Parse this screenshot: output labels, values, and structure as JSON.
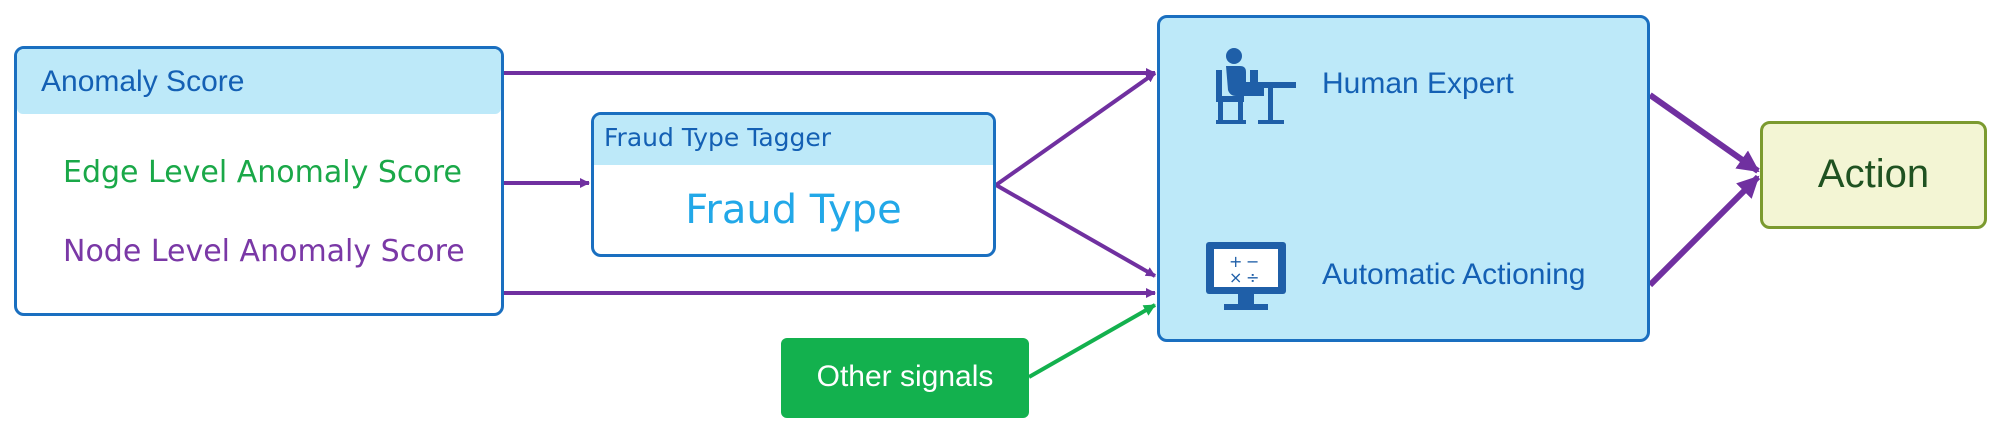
{
  "anomaly": {
    "title": "Anomaly Score",
    "edge_score": "Edge Level Anomaly Score",
    "node_score": "Node Level Anomaly Score"
  },
  "tagger": {
    "title": "Fraud Type Tagger",
    "output": "Fraud Type"
  },
  "decision": {
    "expert": "Human Expert",
    "automatic": "Automatic Actioning",
    "expert_icon": "human-expert-icon",
    "automatic_icon": "calculator-monitor-icon"
  },
  "signals": {
    "label": "Other signals"
  },
  "action": {
    "label": "Action"
  },
  "colors": {
    "box_border": "#1a6fc0",
    "header_fill": "#bde9f9",
    "edge_text": "#1aa848",
    "node_text": "#7a38a6",
    "arrow_purple": "#7030a0",
    "arrow_green": "#13b14e",
    "signals_fill": "#13b14e",
    "action_fill": "#f3f5d4",
    "action_border": "#7b9a2f"
  }
}
